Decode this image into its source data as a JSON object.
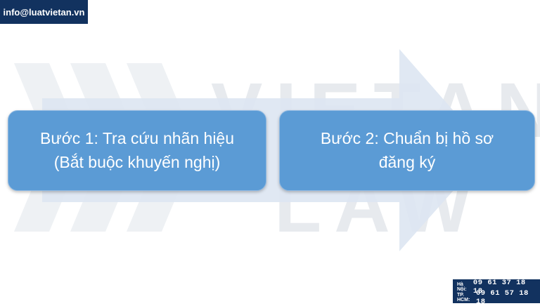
{
  "header": {
    "email": "info@luatvietan.vn"
  },
  "watermark": {
    "line1": "VIETAN",
    "line2": "LAW"
  },
  "steps": [
    {
      "line1": "Bước 1: Tra cứu nhãn hiệu",
      "line2": "(Bắt buộc khuyến nghị)"
    },
    {
      "line1": "Bước 2: Chuẩn bị hồ sơ",
      "line2": "đăng ký"
    }
  ],
  "contacts": [
    {
      "city": "Hà Nội:",
      "phone": "09 61 37 18 18"
    },
    {
      "city": "TP. HCM:",
      "phone": "09 61 57 18 18"
    }
  ],
  "colors": {
    "step_fill": "#5b9bd5",
    "arrow_fill": "#dde6f2",
    "badge_bg": "#12325f"
  }
}
